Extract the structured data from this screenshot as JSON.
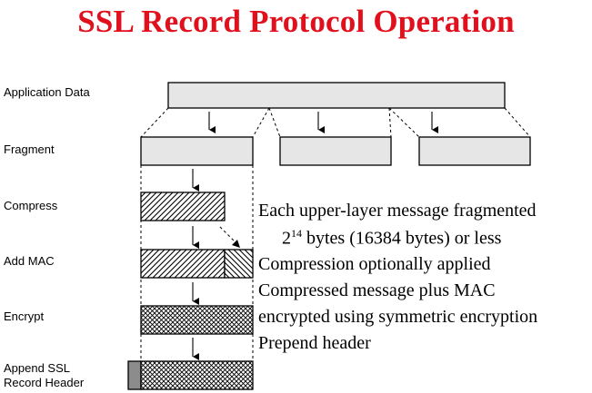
{
  "title": "SSL Record Protocol Operation",
  "stages": {
    "application_data": "Application Data",
    "fragment": "Fragment",
    "compress": "Compress",
    "add_mac": "Add MAC",
    "encrypt": "Encrypt",
    "append_header_line1": "Append SSL",
    "append_header_line2": "Record Header"
  },
  "notes": {
    "line1": "Each upper-layer message fragmented",
    "line2_base": "2",
    "line2_exp": "14",
    "line2_rest": " bytes (16384 bytes) or less",
    "line3": "Compression optionally applied",
    "line4": "Compressed message plus MAC",
    "line5": "encrypted using symmetric encryption",
    "line6": "Prepend header"
  },
  "colors": {
    "title": "#e0101c",
    "block_fill": "#e6e6e6",
    "header_fill": "#8c8c8c"
  }
}
